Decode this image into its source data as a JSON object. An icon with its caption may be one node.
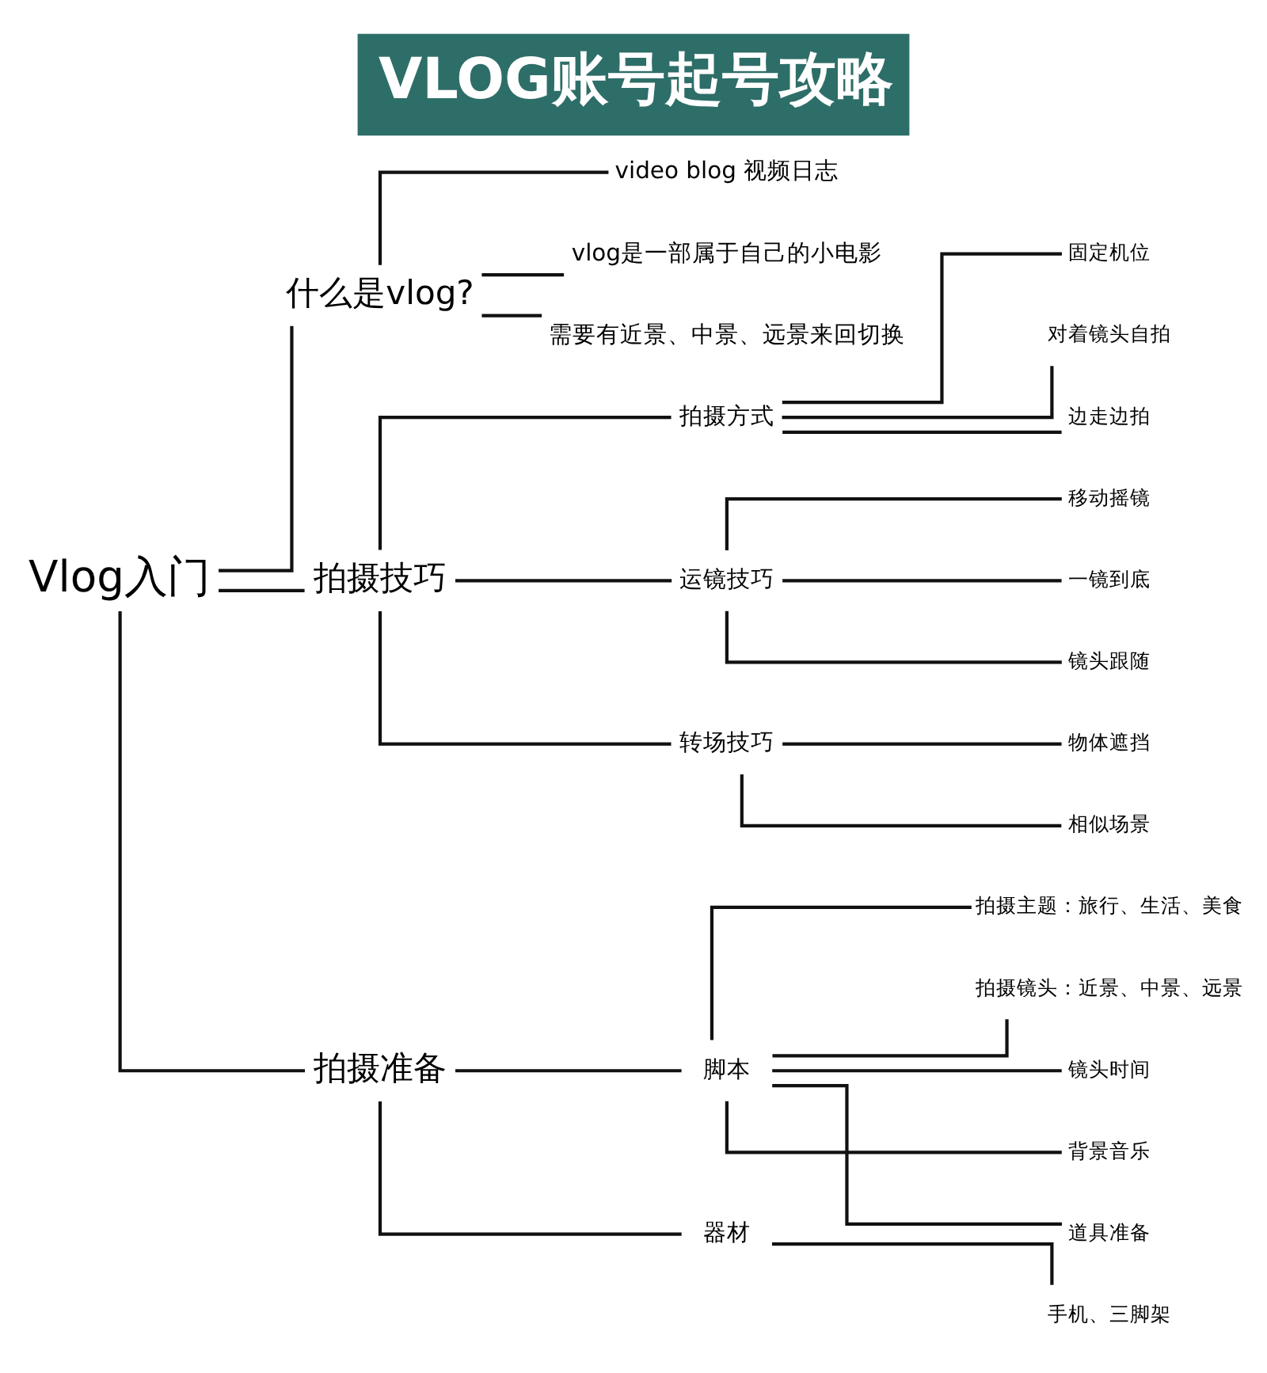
{
  "diagram": {
    "title": "VLOG账号起号攻略",
    "nodes": [
      {
        "text": [
          "Vlog入门"
        ]
      },
      {
        "text": [
          "什么是vlog?"
        ]
      },
      {
        "text": [
          "video blog 视频日志"
        ]
      },
      {
        "text": [
          "vlog是一部属于自己的小电影"
        ]
      },
      {
        "text": [
          "需要有近景、中景、远景来回切换"
        ]
      },
      {
        "text": [
          "拍摄技巧"
        ]
      },
      {
        "text": [
          "拍摄方式"
        ]
      },
      {
        "text": [
          "固定机位"
        ]
      },
      {
        "text": [
          "对着镜头自拍"
        ]
      },
      {
        "text": [
          "边走边拍"
        ]
      },
      {
        "text": [
          "运镜技巧"
        ]
      },
      {
        "text": [
          "移动摇镜"
        ]
      },
      {
        "text": [
          "一镜到底"
        ]
      },
      {
        "text": [
          "镜头跟随"
        ]
      },
      {
        "text": [
          "转场技巧"
        ]
      },
      {
        "text": [
          "物体遮挡"
        ]
      },
      {
        "text": [
          "相似场景"
        ]
      },
      {
        "text": [
          "拍摄准备"
        ]
      },
      {
        "text": [
          "脚本"
        ]
      },
      {
        "text": [
          "拍摄主题：旅行、生活、美食"
        ]
      },
      {
        "text": [
          "拍摄镜头：近景、中景、远景"
        ]
      },
      {
        "text": [
          "镜头时间"
        ]
      },
      {
        "text": [
          "背景音乐"
        ]
      },
      {
        "text": [
          "道具准备"
        ]
      },
      {
        "text": [
          "器材"
        ]
      },
      {
        "text": [
          "手机、三脚架"
        ]
      }
    ],
    "edges": [
      {
        "from": 0,
        "to": 1,
        "arrow": "none"
      },
      {
        "from": 1,
        "to": 2,
        "arrow": "none"
      },
      {
        "from": 1,
        "to": 3,
        "arrow": "none"
      },
      {
        "from": 1,
        "to": 4,
        "arrow": "none"
      },
      {
        "from": 0,
        "to": 5,
        "arrow": "none"
      },
      {
        "from": 5,
        "to": 6,
        "arrow": "none"
      },
      {
        "from": 6,
        "to": 7,
        "arrow": "none"
      },
      {
        "from": 6,
        "to": 8,
        "arrow": "none"
      },
      {
        "from": 6,
        "to": 9,
        "arrow": "none"
      },
      {
        "from": 5,
        "to": 10,
        "arrow": "none"
      },
      {
        "from": 10,
        "to": 11,
        "arrow": "none"
      },
      {
        "from": 10,
        "to": 12,
        "arrow": "none"
      },
      {
        "from": 10,
        "to": 13,
        "arrow": "none"
      },
      {
        "from": 5,
        "to": 14,
        "arrow": "none"
      },
      {
        "from": 14,
        "to": 15,
        "arrow": "none"
      },
      {
        "from": 14,
        "to": 16,
        "arrow": "none"
      },
      {
        "from": 0,
        "to": 17,
        "arrow": "none"
      },
      {
        "from": 17,
        "to": 18,
        "arrow": "none"
      },
      {
        "from": 18,
        "to": 19,
        "arrow": "none"
      },
      {
        "from": 18,
        "to": 20,
        "arrow": "none"
      },
      {
        "from": 18,
        "to": 21,
        "arrow": "none"
      },
      {
        "from": 18,
        "to": 22,
        "arrow": "none"
      },
      {
        "from": 18,
        "to": 23,
        "arrow": "none"
      },
      {
        "from": 17,
        "to": 24,
        "arrow": "none"
      },
      {
        "from": 24,
        "to": 25,
        "arrow": "none"
      }
    ]
  }
}
